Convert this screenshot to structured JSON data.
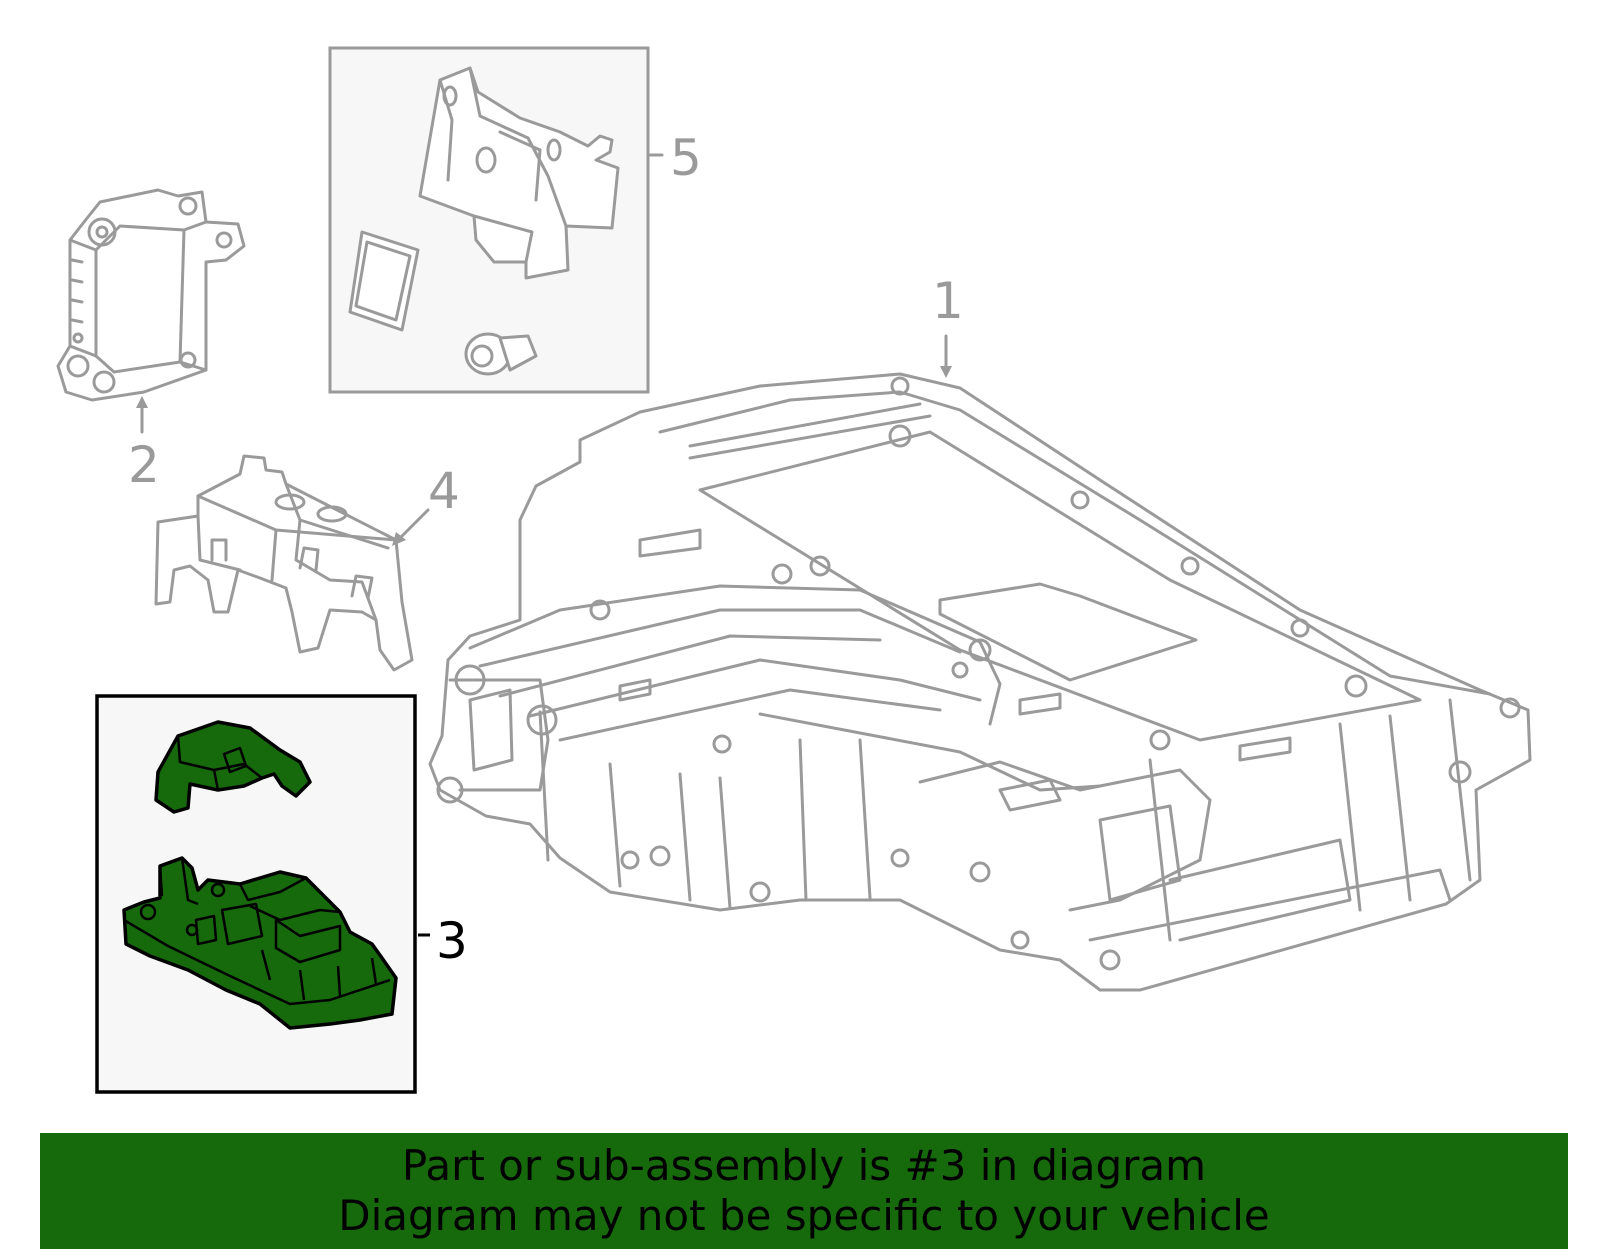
{
  "callouts": {
    "part_1": "1",
    "part_2": "2",
    "part_3": "3",
    "part_4": "4",
    "part_5": "5"
  },
  "banner": {
    "line_1": "Part or sub-assembly is #3 in diagram",
    "line_2": "Diagram may not be specific to your vehicle"
  },
  "colors": {
    "highlight_green": "#166a0c",
    "line_gray": "#9a9a9a",
    "box_fill": "#f7f7f7"
  }
}
